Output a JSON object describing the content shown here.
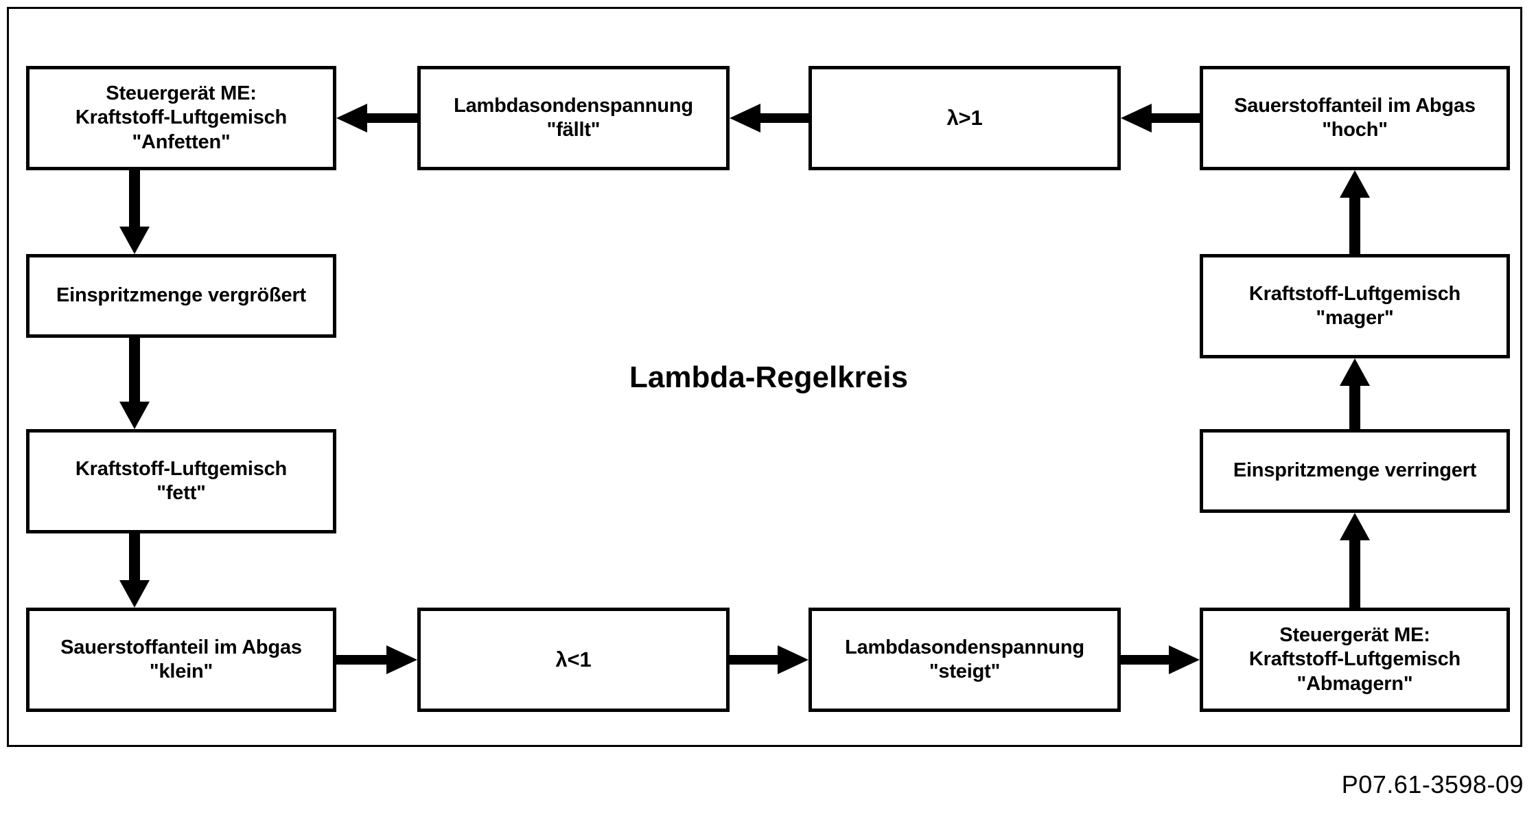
{
  "diagram": {
    "title": "Lambda-Regelkreis",
    "caption": "P07.61-3598-09",
    "type": "flowchart-cycle",
    "stroke_color": "#000000",
    "background_color": "#ffffff",
    "boxes": [
      {
        "id": "ecu-enrich",
        "text": "Steuergerät ME:\nKraftstoff-Luftgemisch\n\"Anfetten\""
      },
      {
        "id": "lambda-voltage-falls",
        "text": "Lambdasondenspannung\n\"fällt\""
      },
      {
        "id": "lambda-greater-one",
        "text": "λ>1"
      },
      {
        "id": "oxygen-high",
        "text": "Sauerstoffanteil im Abgas\n\"hoch\""
      },
      {
        "id": "injection-increased",
        "text": "Einspritzmenge vergrößert"
      },
      {
        "id": "mixture-rich",
        "text": "Kraftstoff-Luftgemisch\n\"fett\""
      },
      {
        "id": "oxygen-low",
        "text": "Sauerstoffanteil im Abgas\n\"klein\""
      },
      {
        "id": "lambda-less-one",
        "text": "λ<1"
      },
      {
        "id": "lambda-voltage-rises",
        "text": "Lambdasondenspannung\n\"steigt\""
      },
      {
        "id": "ecu-lean",
        "text": "Steuergerät ME:\nKraftstoff-Luftgemisch\n\"Abmagern\""
      },
      {
        "id": "injection-decreased",
        "text": "Einspritzmenge verringert"
      },
      {
        "id": "mixture-lean",
        "text": "Kraftstoff-Luftgemisch\n\"mager\""
      }
    ],
    "arrows": [
      {
        "id": "oxygen-high-to-lambda-gt1",
        "direction": "left"
      },
      {
        "id": "lambda-gt1-to-voltage-falls",
        "direction": "left"
      },
      {
        "id": "voltage-falls-to-ecu-enrich",
        "direction": "left"
      },
      {
        "id": "ecu-enrich-to-injection-up",
        "direction": "down"
      },
      {
        "id": "injection-up-to-mixture-rich",
        "direction": "down"
      },
      {
        "id": "mixture-rich-to-oxygen-low",
        "direction": "down"
      },
      {
        "id": "oxygen-low-to-lambda-lt1",
        "direction": "right"
      },
      {
        "id": "lambda-lt1-to-voltage-rises",
        "direction": "right"
      },
      {
        "id": "voltage-rises-to-ecu-lean",
        "direction": "right"
      },
      {
        "id": "ecu-lean-to-injection-down",
        "direction": "up"
      },
      {
        "id": "injection-down-to-mixture-lean",
        "direction": "up"
      },
      {
        "id": "mixture-lean-to-oxygen-high",
        "direction": "up"
      }
    ]
  }
}
